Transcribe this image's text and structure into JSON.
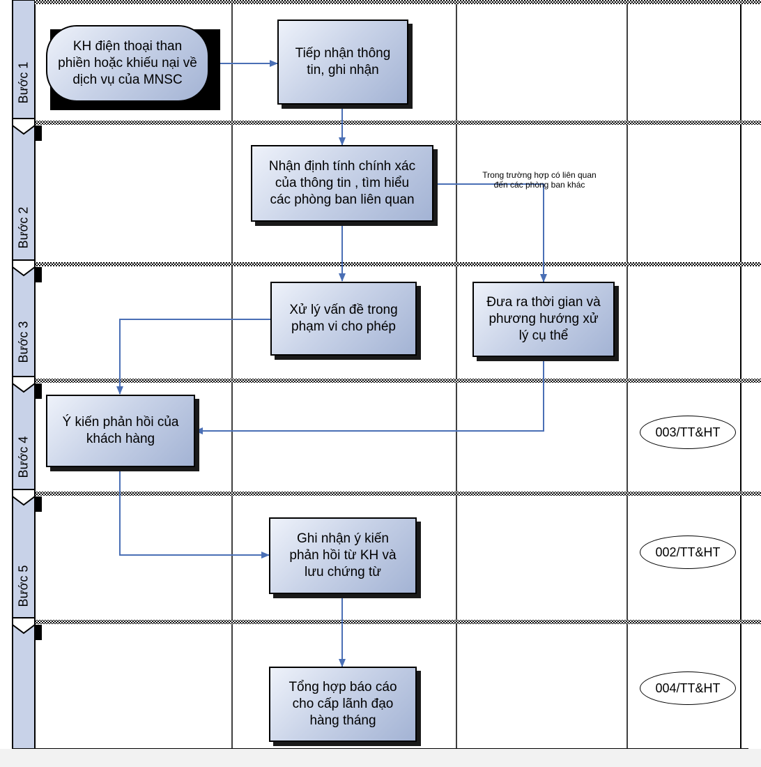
{
  "steps": [
    {
      "label": "Bước 1"
    },
    {
      "label": "Bước 2"
    },
    {
      "label": "Bước 3"
    },
    {
      "label": "Bước 4"
    },
    {
      "label": "Bước 5"
    },
    {
      "label": ""
    }
  ],
  "nodes": {
    "start": "KH điện thoại than\nphiền hoặc khiếu nại về\ndịch vụ của MNSC",
    "receive": "Tiếp nhận thông\ntin, ghi nhận",
    "assess": "Nhận định tính chính xác\ncủa thông tin , tìm hiểu\ncác phòng ban liên quan",
    "handle": "Xử lý vấn đề trong\nphạm vi cho phép",
    "schedule": "Đưa ra thời gian và\nphương hướng xử\nlý cụ thể",
    "feedback": "Ý kiến phản hồi của\nkhách hàng",
    "record": "Ghi nhận ý kiến\nphản hồi từ KH và\nlưu chứng từ",
    "report": "Tổng hợp báo cáo\ncho cấp lãnh đạo\nhàng tháng"
  },
  "note": "Trong trường hợp có liên quan\nđến các phòng ban khác",
  "refs": {
    "step4": "003/TT&HT",
    "step5": "002/TT&HT",
    "step6": "004/TT&HT"
  },
  "colors": {
    "connector": "#4a6fb5",
    "box_fill_light": "#eef2fa",
    "box_fill_dark": "#a3b3d4",
    "lane_fill": "#c8d2e8"
  }
}
